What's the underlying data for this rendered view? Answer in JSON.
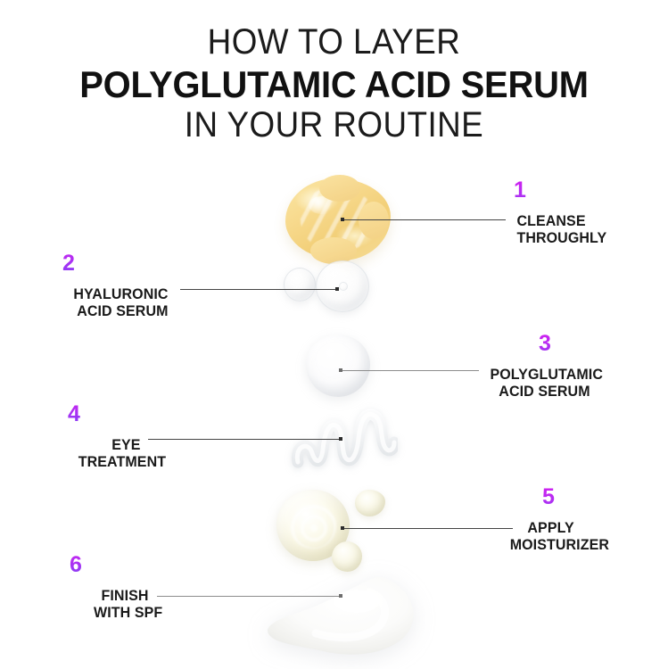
{
  "title": {
    "line1": "HOW TO LAYER",
    "line2": "POLYGLUTAMIC ACID SERUM",
    "line3": "IN YOUR ROUTINE"
  },
  "theme": {
    "background": "#ffffff",
    "text_color": "#1a1a1a",
    "number_gradient_start": "#d21ff0",
    "number_gradient_end": "#6a4cf7",
    "leader_line_color": "#444444"
  },
  "steps": [
    {
      "number": "1",
      "label_line1": "CLEANSE",
      "label_line2": "THROUGHLY",
      "side": "right",
      "product": "cleansing-balm"
    },
    {
      "number": "2",
      "label_line1": "HYALURONIC",
      "label_line2": "ACID SERUM",
      "side": "left",
      "product": "hyaluronic-gel-droplets"
    },
    {
      "number": "3",
      "label_line1": "POLYGLUTAMIC",
      "label_line2": "ACID SERUM",
      "side": "right",
      "product": "polyglutamic-serum-droplet"
    },
    {
      "number": "4",
      "label_line1": "EYE",
      "label_line2": "TREATMENT",
      "side": "left",
      "product": "eye-treatment-squiggle"
    },
    {
      "number": "5",
      "label_line1": "APPLY",
      "label_line2": "MOISTURIZER",
      "side": "right",
      "product": "moisturizer-cream"
    },
    {
      "number": "6",
      "label_line1": "FINISH",
      "label_line2": "WITH SPF",
      "side": "left",
      "product": "spf-cream-smear"
    }
  ]
}
